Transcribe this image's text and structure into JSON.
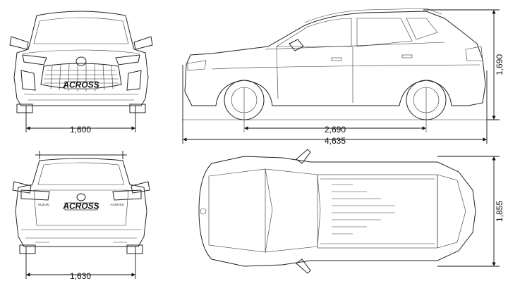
{
  "dimensions": {
    "front_width": "1,600",
    "wheelbase": "2,690",
    "overall_length": "4,635",
    "overall_height": "1,690",
    "rear_width": "1,630",
    "overall_width": "1,855"
  },
  "badges": {
    "front_grille": "ACROSS",
    "rear_tailgate": "ACROSS",
    "rear_right_emblem": "ACROSS",
    "rear_left_emblem": "SUZUKI"
  }
}
